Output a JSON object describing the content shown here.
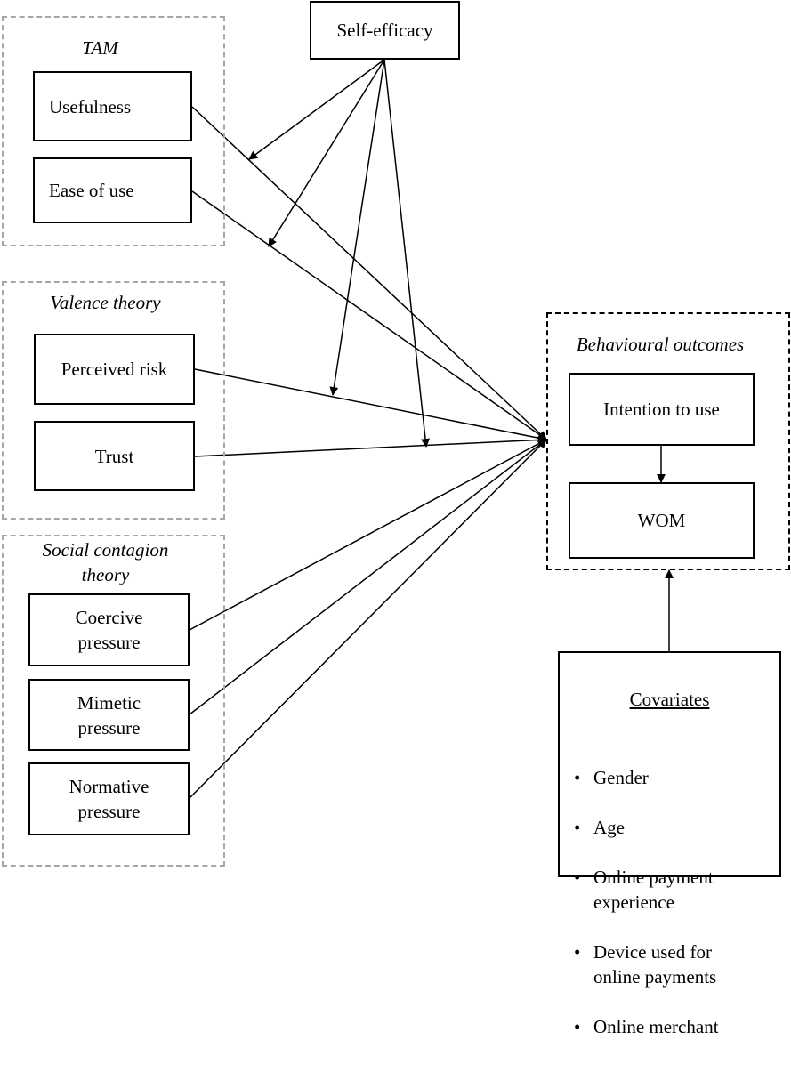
{
  "groups": {
    "tam": "TAM",
    "valence": "Valence theory",
    "social": "Social contagion\ntheory",
    "outcomes": "Behavioural outcomes"
  },
  "constructs": {
    "self_efficacy": "Self-efficacy",
    "usefulness": "Usefulness",
    "ease_of_use": "Ease of use",
    "perceived_risk": "Perceived risk",
    "trust": "Trust",
    "coercive": "Coercive\npressure",
    "mimetic": "Mimetic\npressure",
    "normative": "Normative\npressure",
    "intention": "Intention to use",
    "wom": "WOM"
  },
  "covariates": {
    "title": "Covariates",
    "bullet": "•",
    "items": [
      "Gender",
      "Age",
      "Online payment experience",
      "Device used for online payments",
      "Online merchant"
    ]
  },
  "colors": {
    "line": "#000000",
    "group_border": "#a6a6a6",
    "outcome_border": "#000000"
  }
}
